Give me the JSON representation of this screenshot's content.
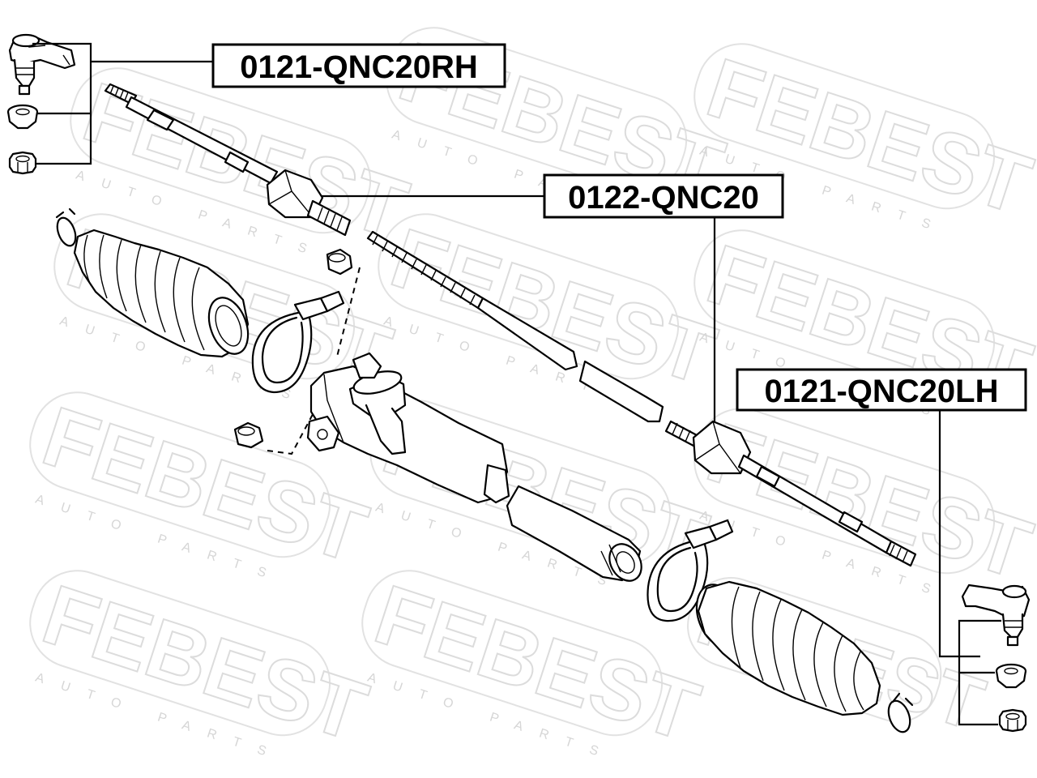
{
  "watermark": {
    "brand": "FEBEST",
    "subtitle": "AUTO PARTS"
  },
  "labels": {
    "tie_rod_end_rh": "0121-QNC20RH",
    "rack_end": "0122-QNC20",
    "tie_rod_end_lh": "0121-QNC20LH"
  },
  "icons": {
    "tie_rod_end": "tie-rod-end-icon",
    "washer": "washer-icon",
    "castle_nut": "castle-nut-icon",
    "rack_end": "rack-end-icon",
    "bellows_boot": "bellows-boot-icon",
    "boot_clamp": "boot-clamp-icon",
    "steering_gear_housing": "steering-gear-housing-icon"
  }
}
